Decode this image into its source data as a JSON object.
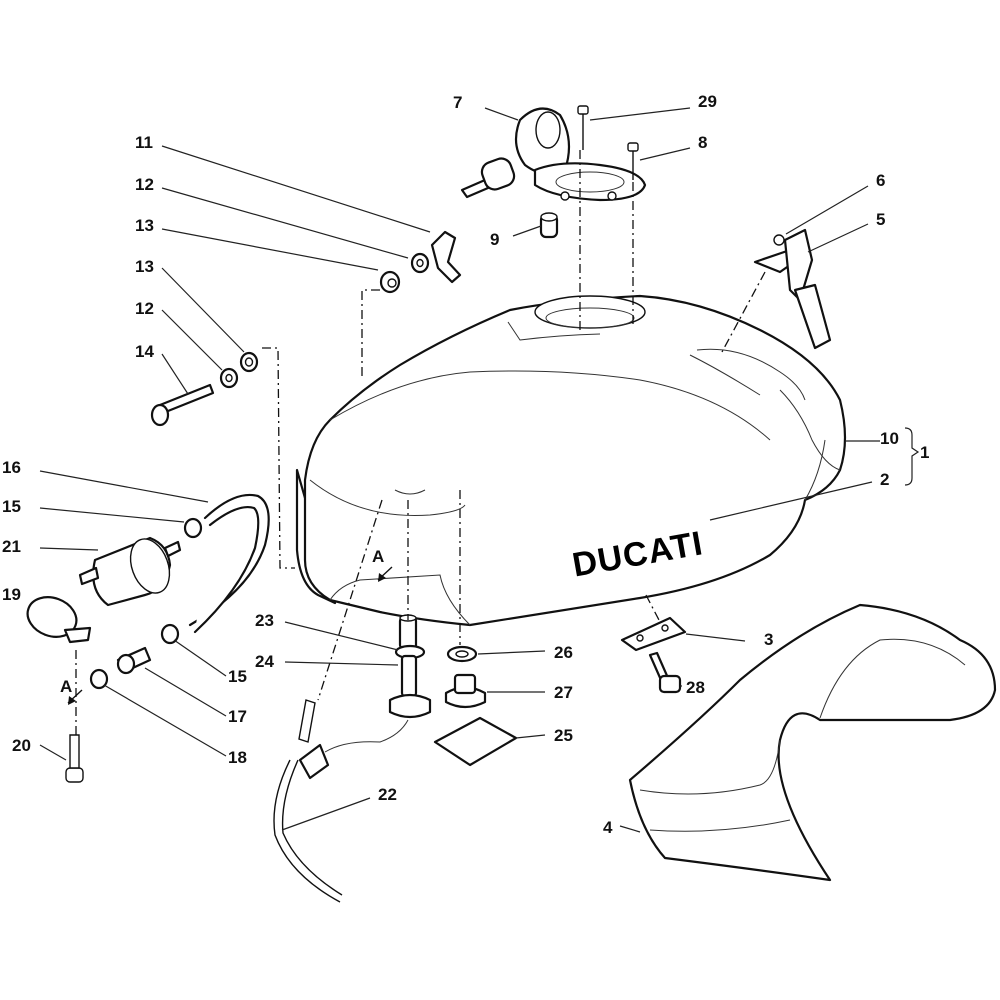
{
  "brand": {
    "logo_text": "DUCATI"
  },
  "labels": {
    "l1": "1",
    "l2": "2",
    "l3": "3",
    "l4": "4",
    "l5": "5",
    "l6": "6",
    "l7": "7",
    "l8": "8",
    "l9": "9",
    "l10": "10",
    "l11": "11",
    "l12a": "12",
    "l12b": "12",
    "l13a": "13",
    "l13b": "13",
    "l14": "14",
    "l15a": "15",
    "l15b": "15",
    "l16": "16",
    "l17": "17",
    "l18": "18",
    "l19": "19",
    "l20": "20",
    "l21": "21",
    "l22": "22",
    "l23": "23",
    "l24": "24",
    "l25": "25",
    "l26": "26",
    "l27": "27",
    "l28": "28",
    "l29": "29",
    "refA1": "A",
    "refA2": "A"
  }
}
